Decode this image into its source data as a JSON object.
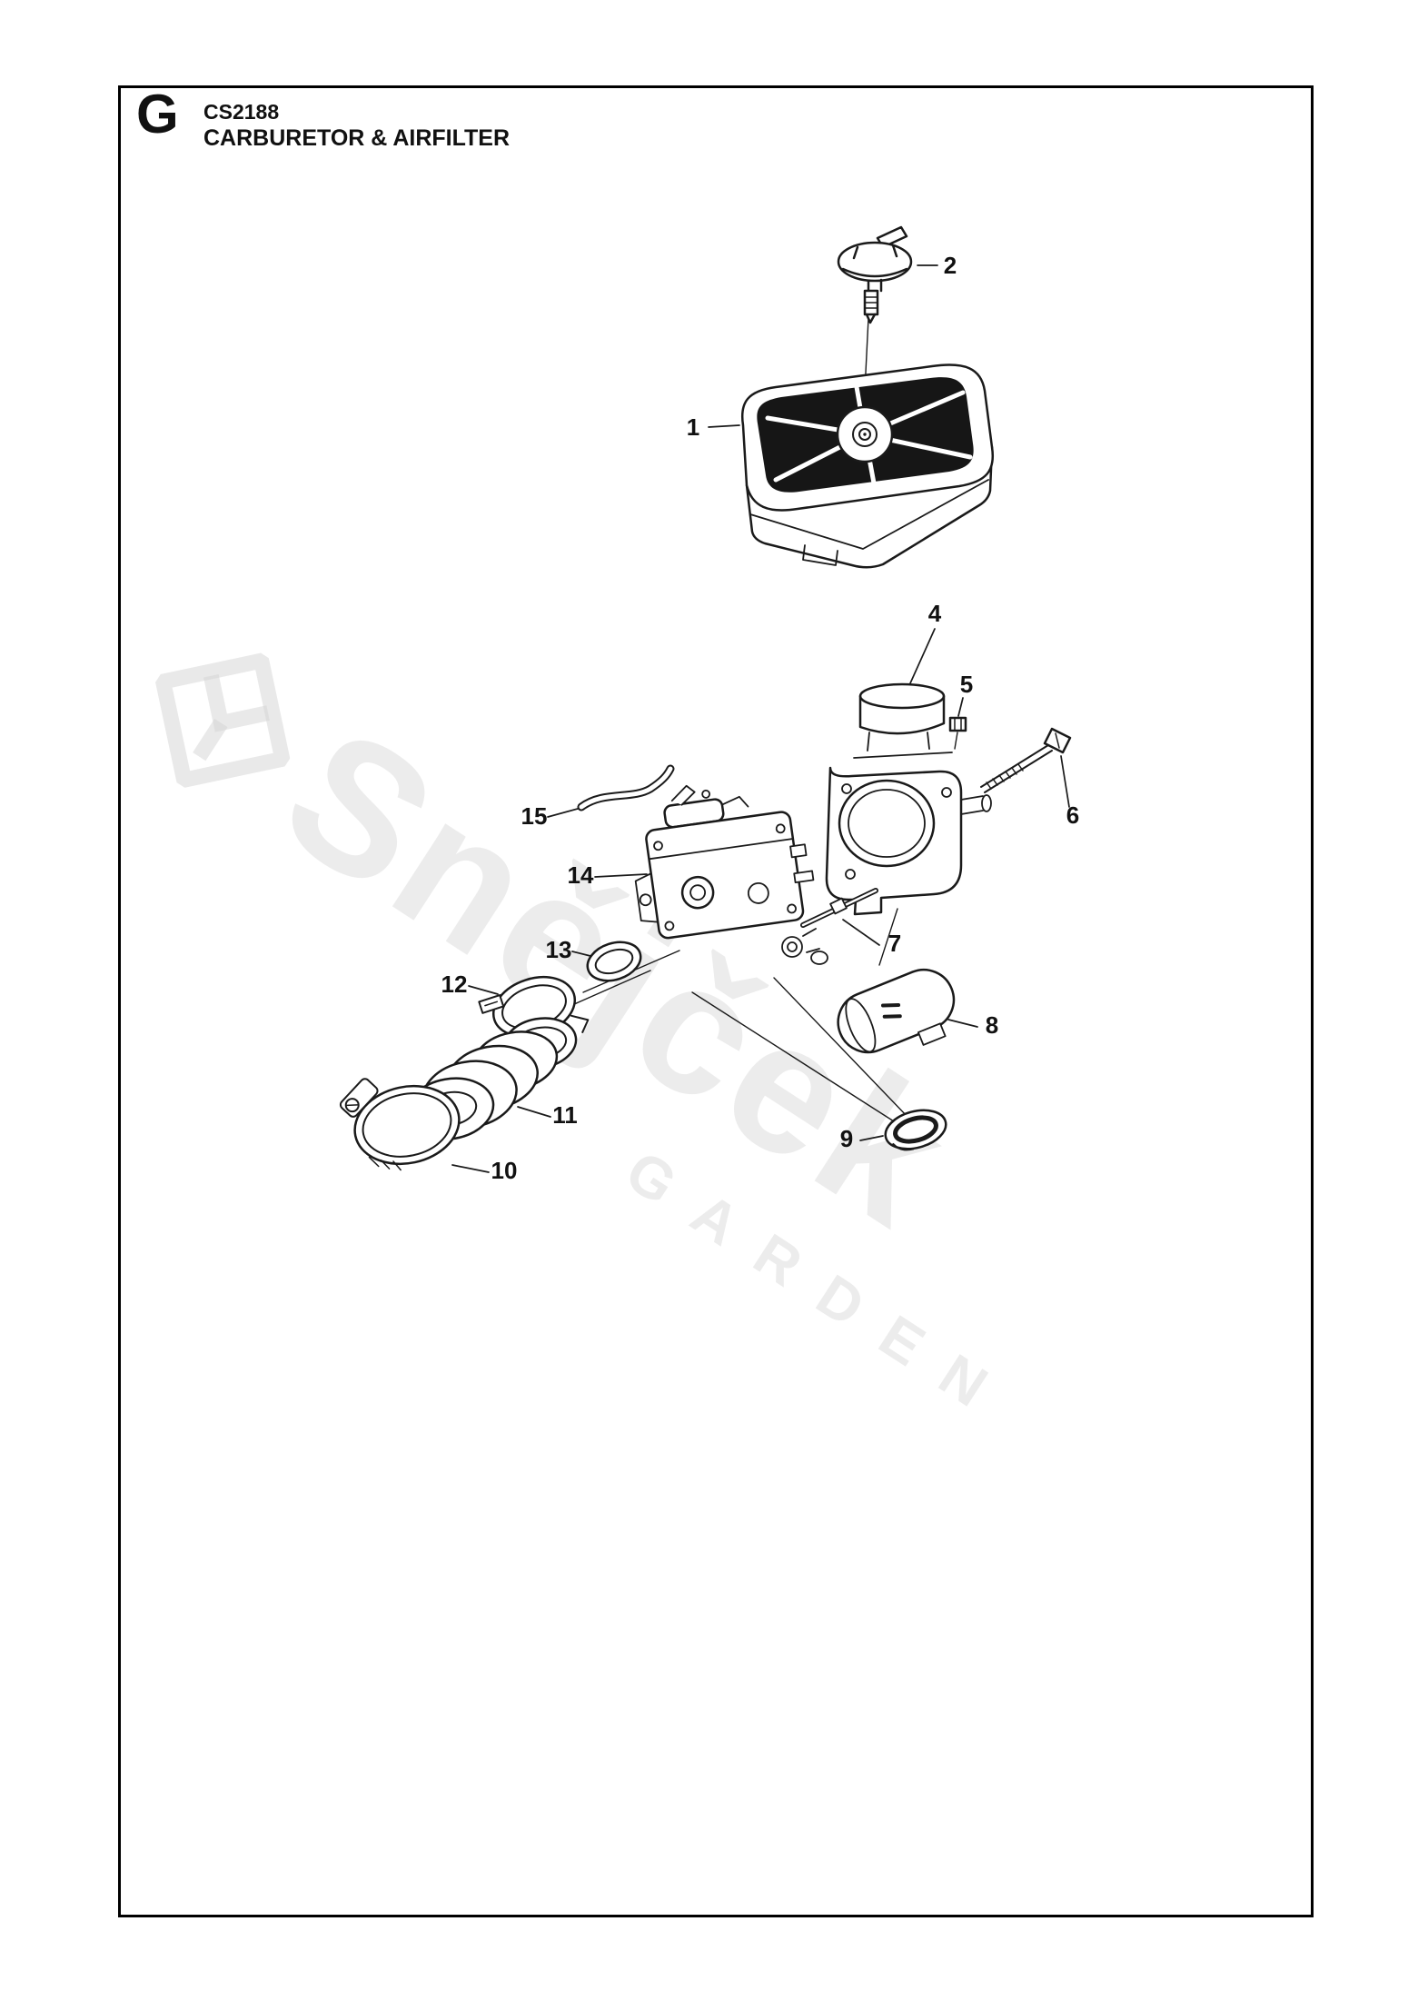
{
  "header": {
    "section_letter": "G",
    "model": "CS2188",
    "title": "CARBURETOR & AIRFILTER"
  },
  "watermark": {
    "brand": "Snějček",
    "sub": "GARDEN"
  },
  "parts": [
    {
      "number": "1"
    },
    {
      "number": "2"
    },
    {
      "number": "4"
    },
    {
      "number": "5"
    },
    {
      "number": "6"
    },
    {
      "number": "7"
    },
    {
      "number": "8"
    },
    {
      "number": "9"
    },
    {
      "number": "10"
    },
    {
      "number": "11"
    },
    {
      "number": "12"
    },
    {
      "number": "13"
    },
    {
      "number": "14"
    },
    {
      "number": "15"
    }
  ]
}
